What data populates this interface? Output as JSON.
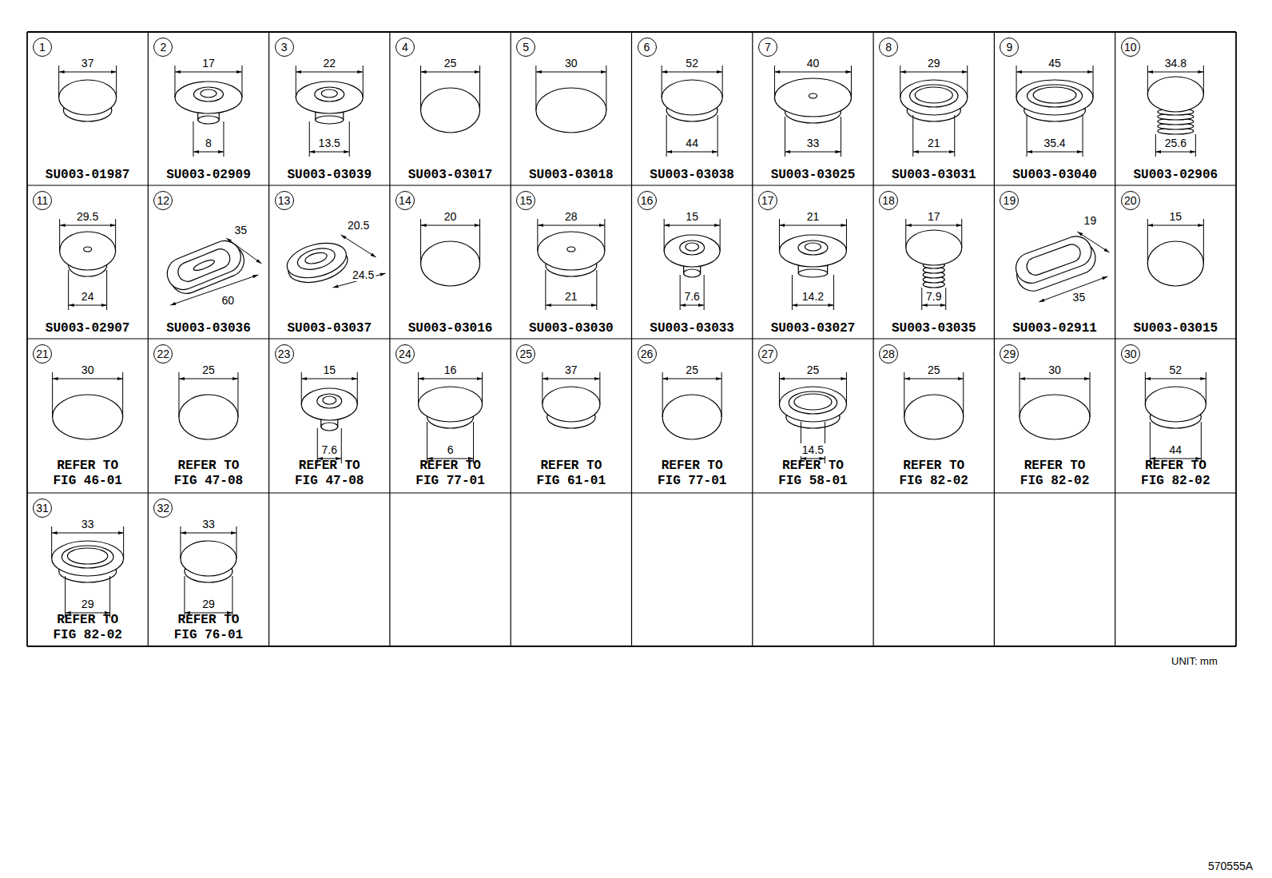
{
  "diagram": {
    "nodes": [
      {
        "text": [
          "1",
          "37",
          "SU003-01987"
        ]
      },
      {
        "text": [
          "2",
          "17",
          "8",
          "SU003-02909"
        ]
      },
      {
        "text": [
          "3",
          "22",
          "13.5",
          "SU003-03039"
        ]
      },
      {
        "text": [
          "4",
          "25",
          "SU003-03017"
        ]
      },
      {
        "text": [
          "5",
          "30",
          "SU003-03018"
        ]
      },
      {
        "text": [
          "6",
          "52",
          "44",
          "SU003-03038"
        ]
      },
      {
        "text": [
          "7",
          "40",
          "33",
          "SU003-03025"
        ]
      },
      {
        "text": [
          "8",
          "29",
          "21",
          "SU003-03031"
        ]
      },
      {
        "text": [
          "9",
          "45",
          "35.4",
          "SU003-03040"
        ]
      },
      {
        "text": [
          "10",
          "34.8",
          "25.6",
          "SU003-02906"
        ]
      },
      {
        "text": [
          "11",
          "29.5",
          "24",
          "SU003-02907"
        ]
      },
      {
        "text": [
          "12",
          "35",
          "60",
          "SU003-03036"
        ]
      },
      {
        "text": [
          "13",
          "20.5",
          "24.5",
          "SU003-03037"
        ]
      },
      {
        "text": [
          "14",
          "20",
          "SU003-03016"
        ]
      },
      {
        "text": [
          "15",
          "28",
          "21",
          "SU003-03030"
        ]
      },
      {
        "text": [
          "16",
          "15",
          "7.6",
          "SU003-03033"
        ]
      },
      {
        "text": [
          "17",
          "21",
          "14.2",
          "SU003-03027"
        ]
      },
      {
        "text": [
          "18",
          "17",
          "7.9",
          "SU003-03035"
        ]
      },
      {
        "text": [
          "19",
          "19",
          "35",
          "SU003-02911"
        ]
      },
      {
        "text": [
          "20",
          "15",
          "SU003-03015"
        ]
      },
      {
        "text": [
          "21",
          "30",
          "REFER TO FIG 46-01"
        ]
      },
      {
        "text": [
          "22",
          "25",
          "REFER TO FIG 47-08"
        ]
      },
      {
        "text": [
          "23",
          "15",
          "7.6",
          "REFER TO FIG 47-08"
        ]
      },
      {
        "text": [
          "24",
          "16",
          "6",
          "REFER TO FIG 77-01"
        ]
      },
      {
        "text": [
          "25",
          "37",
          "REFER TO FIG 61-01"
        ]
      },
      {
        "text": [
          "26",
          "25",
          "REFER TO FIG 77-01"
        ]
      },
      {
        "text": [
          "27",
          "25",
          "14.5",
          "REFER TO FIG 58-01"
        ]
      },
      {
        "text": [
          "28",
          "25",
          "REFER TO FIG 82-02"
        ]
      },
      {
        "text": [
          "29",
          "30",
          "REFER TO FIG 82-02"
        ]
      },
      {
        "text": [
          "30",
          "52",
          "44",
          "REFER TO FIG 82-02"
        ]
      },
      {
        "text": [
          "31",
          "33",
          "29",
          "REFER TO FIG 82-02"
        ]
      },
      {
        "text": [
          "32",
          "33",
          "29",
          "REFER TO FIG 76-01"
        ]
      }
    ],
    "labels": [
      "UNIT: mm",
      "570555A"
    ]
  }
}
